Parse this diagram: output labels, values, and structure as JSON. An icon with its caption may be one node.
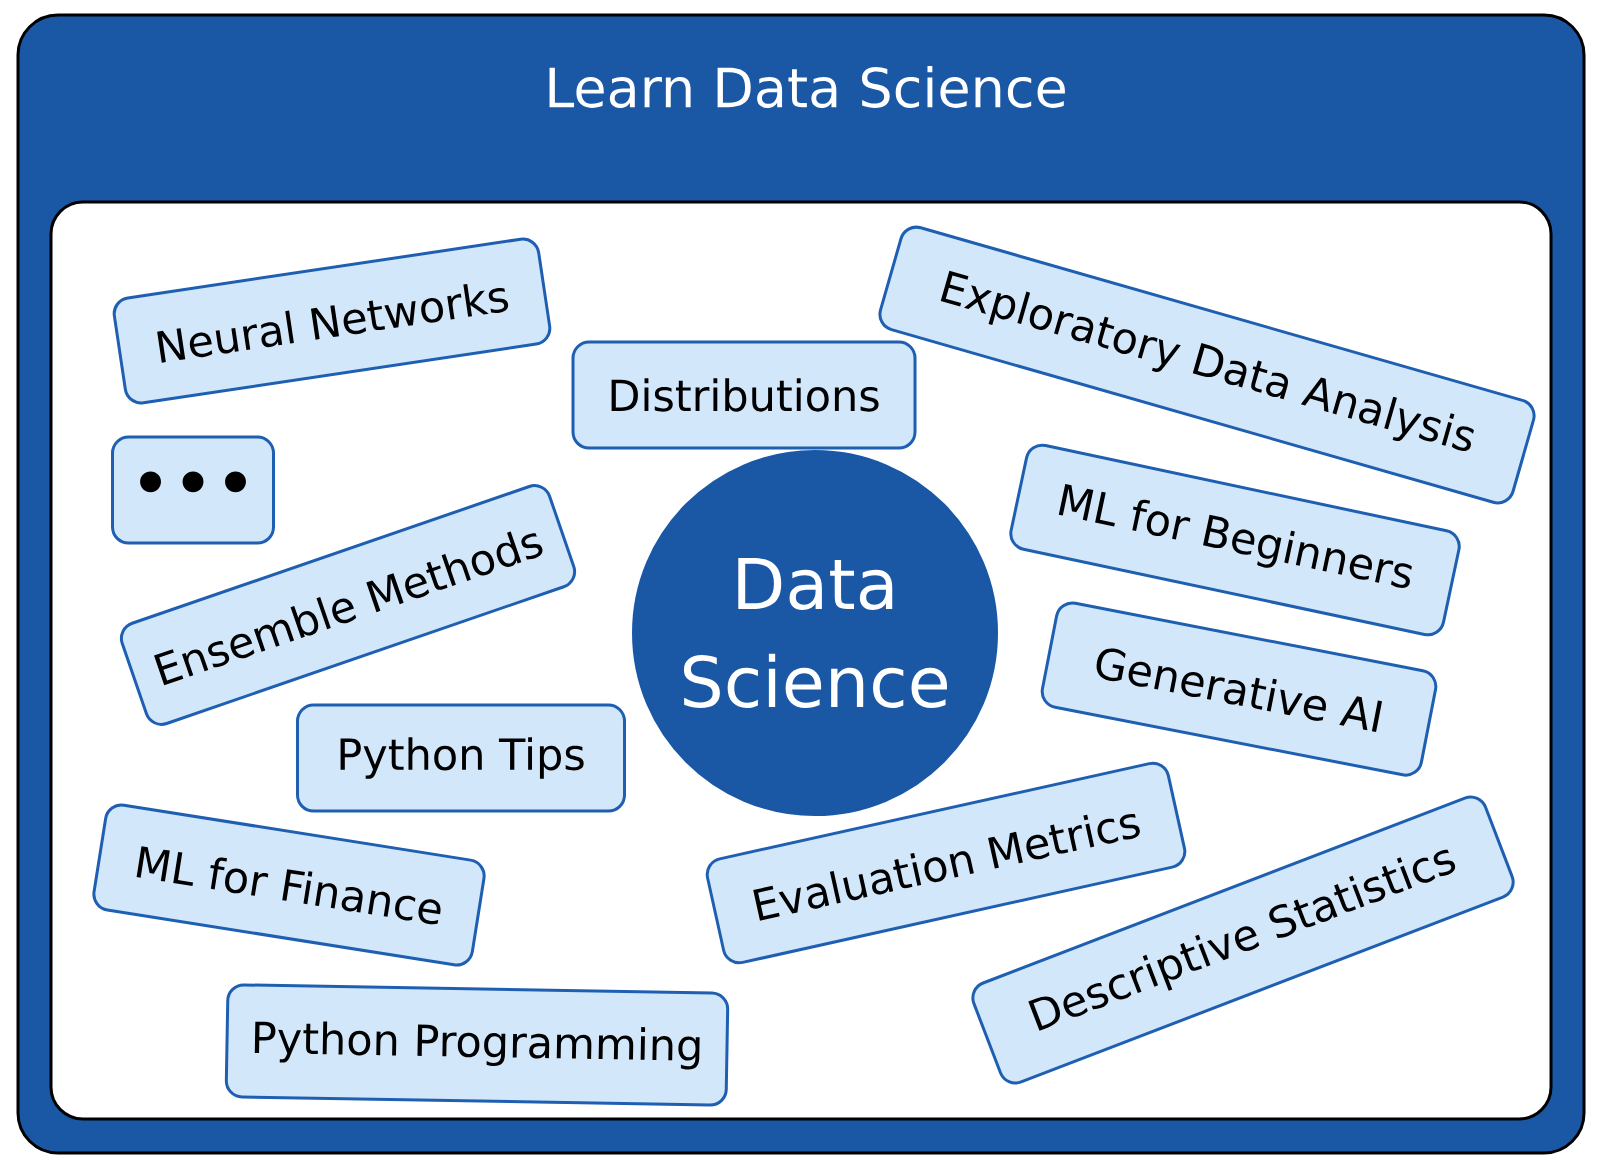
{
  "diagram": {
    "title": "Learn Data Science",
    "nodes": [
      {
        "text": [
          "Neural Networks"
        ]
      },
      {
        "text": [
          "Exploratory Data Analysis"
        ]
      },
      {
        "text": [
          "Distributions"
        ]
      },
      {
        "text": [
          "•••"
        ]
      },
      {
        "text": [
          "Ensemble Methods"
        ]
      },
      {
        "text": [
          "ML for Beginners"
        ]
      },
      {
        "text": [
          "Data Science"
        ]
      },
      {
        "text": [
          "Generative AI"
        ]
      },
      {
        "text": [
          "Python Tips"
        ]
      },
      {
        "text": [
          "Evaluation Metrics"
        ]
      },
      {
        "text": [
          "ML for Finance"
        ]
      },
      {
        "text": [
          "Descriptive Statistics"
        ]
      },
      {
        "text": [
          "Python Programming"
        ]
      }
    ]
  }
}
